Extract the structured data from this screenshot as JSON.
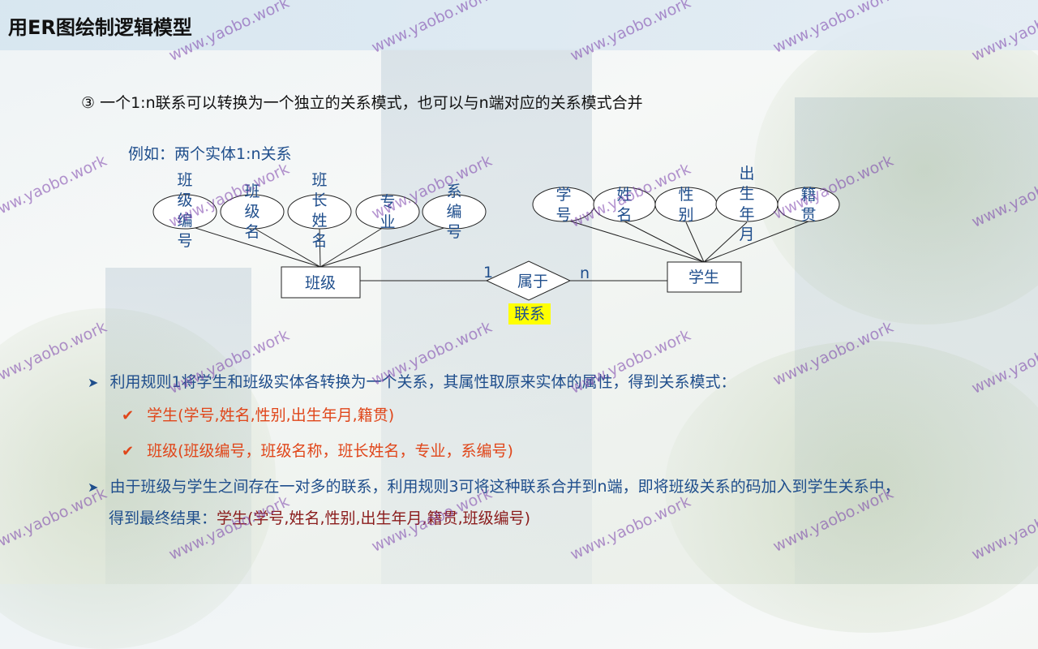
{
  "title": "用ER图绘制逻辑模型",
  "intro": "③ 一个1:n联系可以转换为一个独立的关系模式，也可以与n端对应的关系模式合并",
  "example": "例如：两个实体1:n关系",
  "diagram": {
    "entity_left": "班级",
    "entity_right": "学生",
    "relationship": "属于",
    "card_left": "1",
    "card_right": "n",
    "tag": "联系",
    "left_attrs": [
      "班级编号",
      "班级名",
      "班长姓名",
      "专业",
      "系编号"
    ],
    "right_attrs": [
      "学号",
      "姓名",
      "性别",
      "出生年月",
      "籍贯"
    ]
  },
  "bullets": {
    "b1": "利用规则1将学生和班级实体各转换为一个关系，其属性取原来实体的属性，得到关系模式：",
    "b1a": "学生(学号,姓名,性别,出生年月,籍贯)",
    "b1b": "班级(班级编号，班级名称，班长姓名，专业，系编号)",
    "b2_line1": "由于班级与学生之间存在一对多的联系，利用规则3可将这种联系合并到n端，即将班级关系的码加入到学生关系中，",
    "b2_line2_prefix": "得到最终结果：",
    "b2_line2_result": "学生(学号,姓名,性别,出生年月,籍贯,班级编号)"
  },
  "watermark": "www.yaobo.work"
}
